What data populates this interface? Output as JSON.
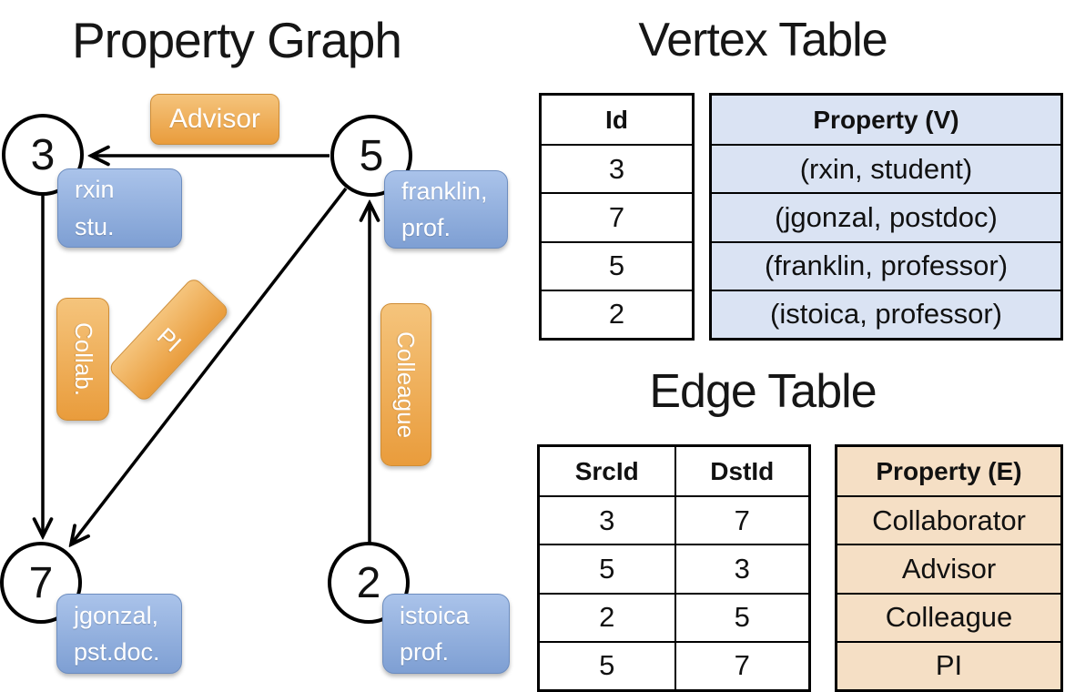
{
  "graph": {
    "title": "Property Graph",
    "nodes": [
      {
        "id": "3",
        "property_line1": "rxin",
        "property_line2": "stu."
      },
      {
        "id": "5",
        "property_line1": "franklin,",
        "property_line2": "prof."
      },
      {
        "id": "7",
        "property_line1": "jgonzal,",
        "property_line2": "pst.doc."
      },
      {
        "id": "2",
        "property_line1": "istoica",
        "property_line2": "prof."
      }
    ],
    "edge_labels": {
      "advisor": "Advisor",
      "collab": "Collab.",
      "pi": "PI",
      "colleague": "Colleague"
    }
  },
  "vertex_table": {
    "title": "Vertex Table",
    "headers": {
      "id": "Id",
      "property": "Property (V)"
    },
    "rows": [
      {
        "id": "3",
        "property": "(rxin, student)"
      },
      {
        "id": "7",
        "property": "(jgonzal, postdoc)"
      },
      {
        "id": "5",
        "property": "(franklin, professor)"
      },
      {
        "id": "2",
        "property": "(istoica, professor)"
      }
    ]
  },
  "edge_table": {
    "title": "Edge Table",
    "headers": {
      "src": "SrcId",
      "dst": "DstId",
      "property": "Property (E)"
    },
    "rows": [
      {
        "src": "3",
        "dst": "7",
        "property": "Collaborator"
      },
      {
        "src": "5",
        "dst": "3",
        "property": "Advisor"
      },
      {
        "src": "2",
        "dst": "5",
        "property": "Colleague"
      },
      {
        "src": "5",
        "dst": "7",
        "property": "PI"
      }
    ]
  },
  "colors": {
    "orange_accent": "#ec9f40",
    "blue_accent": "#8fabdb",
    "vertex_table_property_bg": "#dae3f3",
    "edge_table_property_bg": "#f5dfc5",
    "line_color": "#000000",
    "text_on_accent": "#ffffff"
  }
}
